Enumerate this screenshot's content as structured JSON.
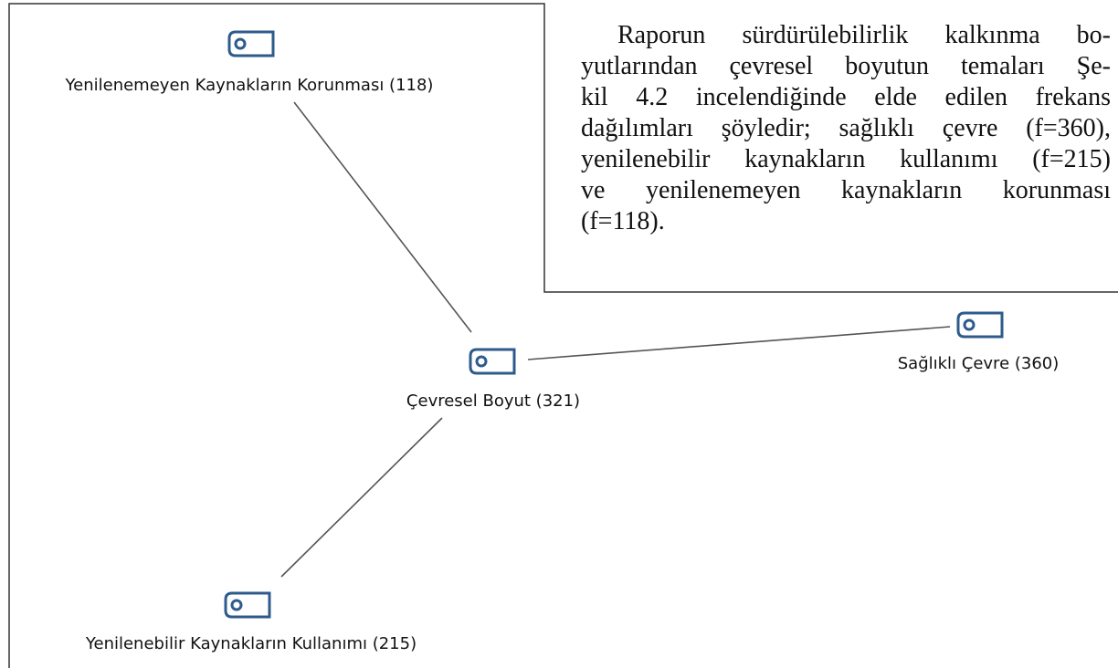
{
  "colors": {
    "icon_stroke": "#2e5b8c",
    "edge": "#555555",
    "frame": "#333333",
    "text": "#111111"
  },
  "diagram": {
    "nodes": [
      {
        "id": "yenilenemeyen",
        "label": "Yenilenemeyen Kaynakların Korunması (118)",
        "icon": "tag-node-icon"
      },
      {
        "id": "cevresel",
        "label": "Çevresel Boyut (321)",
        "icon": "tag-node-icon"
      },
      {
        "id": "saglikli",
        "label": "Sağlıklı Çevre (360)",
        "icon": "tag-node-icon"
      },
      {
        "id": "yenilenebilir",
        "label": "Yenilenebilir Kaynakların Kullanımı (215)",
        "icon": "tag-node-icon"
      }
    ],
    "edges": [
      {
        "from": "cevresel",
        "to": "yenilenemeyen"
      },
      {
        "from": "cevresel",
        "to": "saglikli"
      },
      {
        "from": "cevresel",
        "to": "yenilenebilir"
      }
    ]
  },
  "paragraph": {
    "lines": [
      "Raporun sürdürülebilirlik kalkınma bo-",
      "yutlarından çevresel boyutun temaları Şe-",
      "kil 4.2 incelendiğinde elde edilen frekans",
      "dağılımları şöyledir; sağlıklı çevre (f=360),",
      "yenilenebilir kaynakların kullanımı (f=215)",
      "ve yenilenemeyen kaynakların korunması",
      "(f=118)."
    ]
  }
}
